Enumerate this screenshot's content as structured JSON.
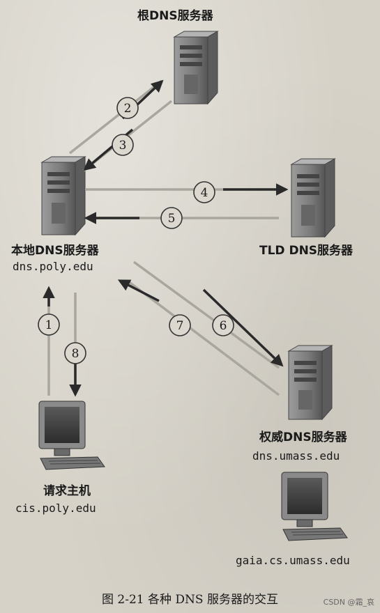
{
  "nodes": {
    "root": {
      "label": "根DNS服务器"
    },
    "local": {
      "label": "本地DNS服务器",
      "host": "dns.poly.edu"
    },
    "tld": {
      "label": "TLD DNS服务器"
    },
    "auth": {
      "label": "权威DNS服务器",
      "host": "dns.umass.edu"
    },
    "requester": {
      "label": "请求主机",
      "host": "cis.poly.edu"
    },
    "target": {
      "host": "gaia.cs.umass.edu"
    }
  },
  "steps": [
    "1",
    "2",
    "3",
    "4",
    "5",
    "6",
    "7",
    "8"
  ],
  "caption": "图 2-21   各种 DNS 服务器的交互",
  "watermark": "CSDN @霜_哀",
  "colors": {
    "arrow": "#2a2a2a",
    "server": "#7b7b7b",
    "circle_fill": "#dcd8cf"
  }
}
